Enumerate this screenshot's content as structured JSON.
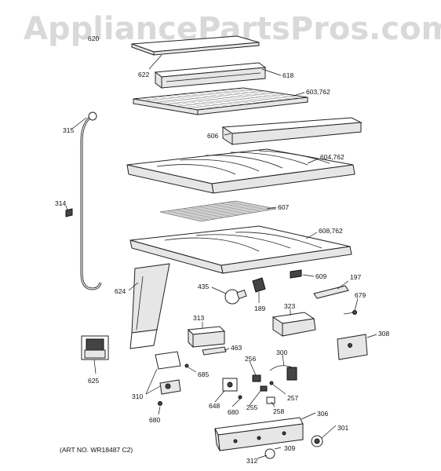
{
  "watermark": "AppliancePartsPros.com",
  "art_number": "(ART NO. WR18487 C2)",
  "labels": {
    "l620": "620",
    "l622": "622",
    "l618": "618",
    "l603": "603,762",
    "l606": "606",
    "l315": "315",
    "l604": "604,762",
    "l314": "314",
    "l607": "607",
    "l608": "608,762",
    "l624": "624",
    "l435": "435",
    "l189": "189",
    "l609": "609",
    "l197": "197",
    "l679": "679",
    "l323": "323",
    "l313": "313",
    "l463": "463",
    "l300": "300",
    "l308": "308",
    "l685": "685",
    "l256": "256",
    "l625": "625",
    "l310": "310",
    "l648": "648",
    "l680a": "680",
    "l255": "255",
    "l257": "257",
    "l258": "258",
    "l306": "306",
    "l680b": "680",
    "l301": "301",
    "l309": "309",
    "l312": "312"
  }
}
